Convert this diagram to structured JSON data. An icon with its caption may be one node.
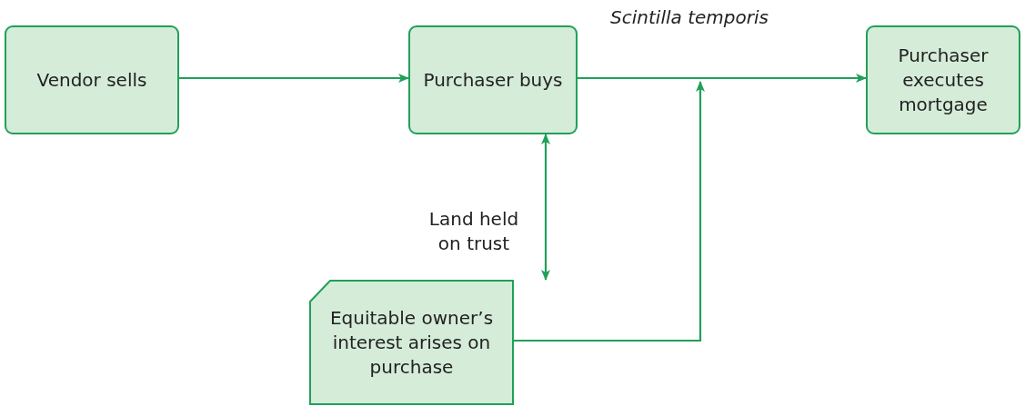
{
  "diagram": {
    "nodes": [
      {
        "text": [
          "Vendor sells"
        ]
      },
      {
        "text": [
          "Purchaser buys"
        ]
      },
      {
        "text": [
          "Purchaser executes mortgage"
        ]
      },
      {
        "text": [
          "Equitable owner’s interest arises on purchase"
        ]
      }
    ],
    "edges": [
      {
        "from": 0,
        "to": 1,
        "arrow": "to"
      },
      {
        "from": 1,
        "to": 2,
        "arrow": "to",
        "label": "Scintilla temporis"
      },
      {
        "from": 1,
        "to": 3,
        "arrow": "both",
        "label": "Land held on trust"
      },
      {
        "from": 3,
        "to": null,
        "arrow": "to"
      }
    ]
  }
}
